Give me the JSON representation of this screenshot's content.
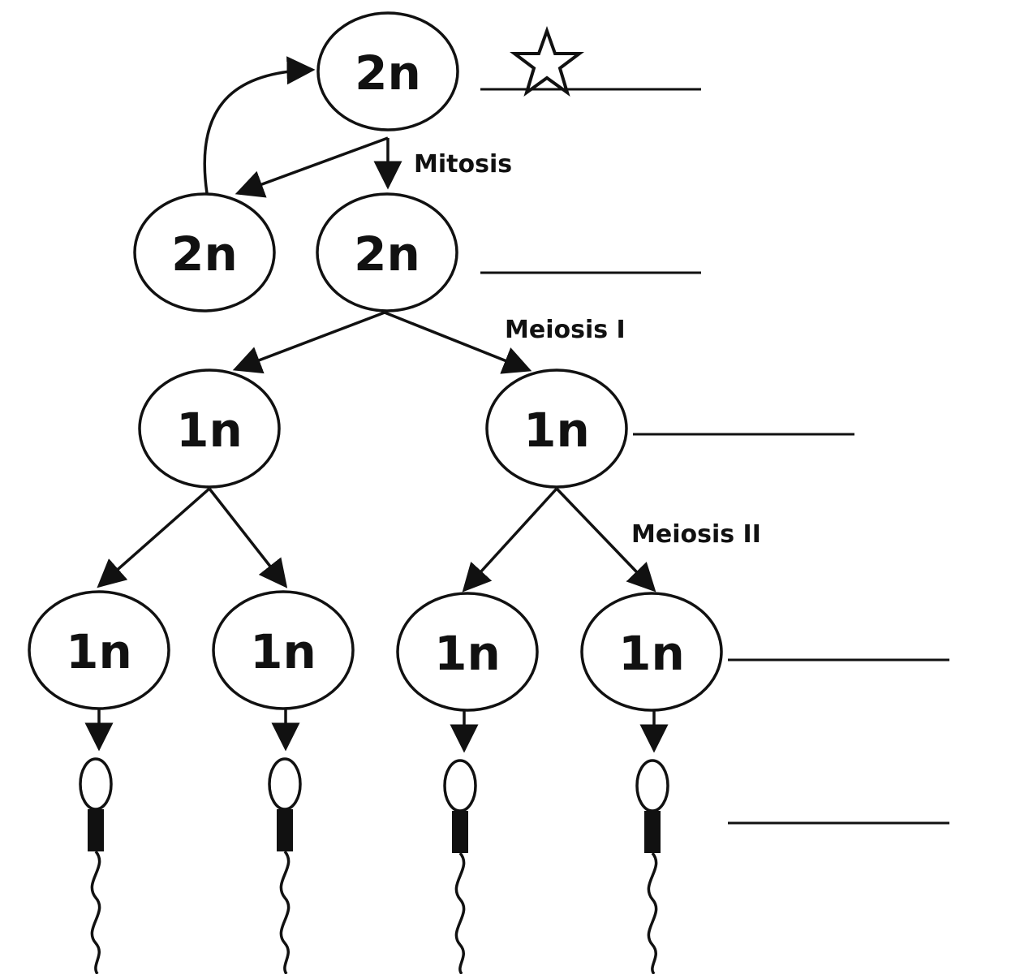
{
  "cells": {
    "stem_top": "2n",
    "stem_renewed": "2n",
    "primary": "2n",
    "secondary_left": "1n",
    "secondary_right": "1n",
    "spermatid_1": "1n",
    "spermatid_2": "1n",
    "spermatid_3": "1n",
    "spermatid_4": "1n"
  },
  "stage_labels": {
    "mitosis": "Mitosis",
    "meiosis_1": "Meiosis I",
    "meiosis_2": "Meiosis II"
  },
  "marker_icon": "star-outline"
}
